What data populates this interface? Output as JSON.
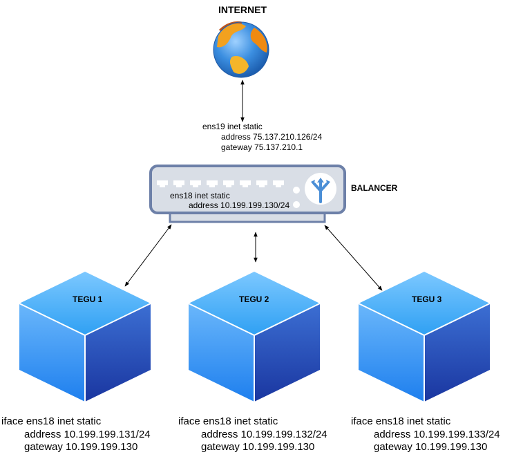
{
  "internet": {
    "title": "INTERNET",
    "config": {
      "line1": "ens19 inet static",
      "line2": "address 75.137.210.126/24",
      "line3": "gateway 75.137.210.1"
    }
  },
  "balancer": {
    "title": "BALANCER",
    "config": {
      "line1": "ens18 inet static",
      "line2": "address 10.199.199.130/24"
    }
  },
  "nodes": [
    {
      "label": "TEGU 1",
      "line1": "iface ens18 inet static",
      "line2": "address 10.199.199.131/24",
      "line3": "gateway 10.199.199.130"
    },
    {
      "label": "TEGU 2",
      "line1": "iface ens18 inet static",
      "line2": "address 10.199.199.132/24",
      "line3": "gateway 10.199.199.130"
    },
    {
      "label": "TEGU 3",
      "line1": "iface ens18 inet static",
      "line2": "address 10.199.199.133/24",
      "line3": "gateway 10.199.199.130"
    }
  ],
  "colors": {
    "router_fill": "#d9dee6",
    "router_stroke": "#6d80a8",
    "cube_top": "#3fa9f5",
    "cube_front": "#2f8ff0",
    "cube_side": "#1f47b0",
    "globe_ocean": "#3b8ee0",
    "globe_land": "#f2a11f",
    "balancer_icon": "#4a8ed6"
  },
  "icons": {
    "internet": "globe-icon",
    "balancer": "load-balancer-router-icon",
    "node": "server-cube-icon"
  }
}
